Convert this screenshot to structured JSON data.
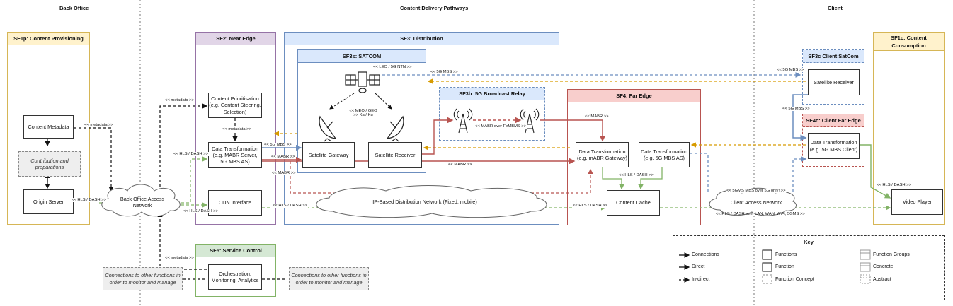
{
  "sections": {
    "back_office": "Back Office",
    "pathways": "Content Delivery Pathways",
    "client": "Client"
  },
  "groups": {
    "sf1p": "SF1p: Content Provisioning",
    "sf2": "SF2: Near Edge",
    "sf3": "SF3: Distribution",
    "sf3s": "SF3s: SATCOM",
    "sf3b": "SF3b: 5G Broadcast Relay",
    "sf4": "SF4: Far Edge",
    "sf5": "SF5: Service Control",
    "sf3c": "SF3c Client SatCom",
    "sf4c": "SF4c: Client Far Edge",
    "sf1c": "SF1c: Content Consumption"
  },
  "functions": {
    "content_metadata": "Content Metadata",
    "contribution": "Contribution and preparations",
    "origin_server": "Origin Server",
    "content_prioritisation": "Content Prioritisation (e.g. Content Steering, Selection)",
    "data_transformation_near": "Data Transformation (e.g. MABR Server, 5G MBS AS)",
    "cdn_interface": "CDN Interface",
    "satellite_gateway": "Satellite Gateway",
    "satellite_receiver": "Satellite Receiver",
    "dt_mabr_gateway": "Data Transformation (e.g. mABR Gateway)",
    "dt_5gmbs_as": "Data Transformation (e.g. 5G MBS AS)",
    "content_cache": "Content Cache",
    "orchestration": "Orchestration, Monitoring, Analytics",
    "conn_left": "Connections to other functions in order to monitor and manage",
    "conn_right": "Connections to other functions in order to monitor and manage",
    "satellite_receiver_client": "Satellite Receiver",
    "dt_5gmbs_client": "Data Transformation (e.g. 5G MBS Client)",
    "video_player": "Video Player"
  },
  "networks": {
    "back_office_access": "Back Office Access Network",
    "ip_distribution": "IP-Based Distribution Network (Fixed, mobile)",
    "client_access": "Client Access Network"
  },
  "labels": {
    "metadata_1": "<< metadata >>",
    "metadata_2": "<< metadata >>",
    "metadata_3": "<< metadata >>",
    "metadata_4": "<< metadata >>",
    "hls_dash_origin": "<< HLS / DASH >>",
    "hls_dash_sf2_a": "<< HLS / DASH >>",
    "hls_dash_sf2_b": "<< HLS / DASH >>",
    "hls_dash_cdn": "<< HLS / DASH >>",
    "hls_dash_cache_in": "<< HLS / DASH >>",
    "hls_dash_far": "<< HLS / DASH >>",
    "hls_dash_player": "<< HLS / DASH >>",
    "hls_dash_client_access": "<< HLS / DASH over LAN, WAN, WiFi, 5GMS >>",
    "mbs_5g_1": "<< 5G MBS >>",
    "mbs_5g_2": "<< 5G MBS >>",
    "mbs_5g_3": "<< 5G MBS >>",
    "mbs_5g_4": "<< 5G MBS >>",
    "mabr_1": "<< MABR >>",
    "mabr_2": "<< MABR >>",
    "mabr_3": "<< MABR >>",
    "mabr_4": "<< MABR >>",
    "leo": "<< LEO / 5G NTN >>",
    "meo_geo": "<< MEO / GEO >> Ka / Ku",
    "mabr_over_femms": "<< MABR over FeMBMS >>",
    "gms_mbs": "<< 5GMS MBS over 5G only! >>"
  },
  "key": {
    "title": "Key",
    "connections": "Connections",
    "direct": "Direct",
    "indirect": "In-direct",
    "functions": "Functions",
    "function": "Function",
    "function_concept": "Function Concept",
    "function_groups": "Function Groups",
    "concrete": "Concrete",
    "abstract": "Abstract"
  },
  "colors": {
    "sf1_fill": "#fff2cc",
    "sf1_border": "#d6b656",
    "sf2_fill": "#e1d5e7",
    "sf2_border": "#9673a6",
    "sf3_fill": "#dae8fc",
    "sf3_border": "#6c8ebf",
    "sf4_fill": "#f8cecc",
    "sf4_border": "#b85450",
    "sf5_fill": "#d5e8d4",
    "sf5_border": "#82b366",
    "blue_line": "#6c8ebf",
    "red_line": "#b85450",
    "green_line": "#82b366",
    "orange_line": "#d79b00"
  }
}
